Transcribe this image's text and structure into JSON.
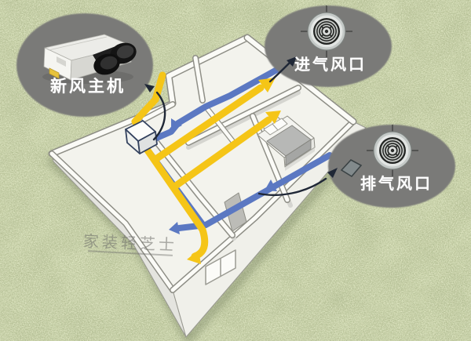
{
  "illustration": {
    "callouts": [
      {
        "id": "fresh-air-host",
        "label": "新风主机",
        "icon": "heat-recovery-ventilator-photo"
      },
      {
        "id": "air-intake-vent",
        "label": "进气风口",
        "icon": "round-duct-vent-photo"
      },
      {
        "id": "air-exhaust-vent",
        "label": "排气风口",
        "icon": "round-duct-vent-photo"
      }
    ],
    "watermark": "家装轻芝士",
    "colors": {
      "supply_duct": "#F5C517",
      "return_duct": "#5B78C2",
      "callout_bubble": "#7A7A78",
      "grass_background": "#CCD5AE",
      "annotation_arrow": "#1F2736"
    }
  }
}
